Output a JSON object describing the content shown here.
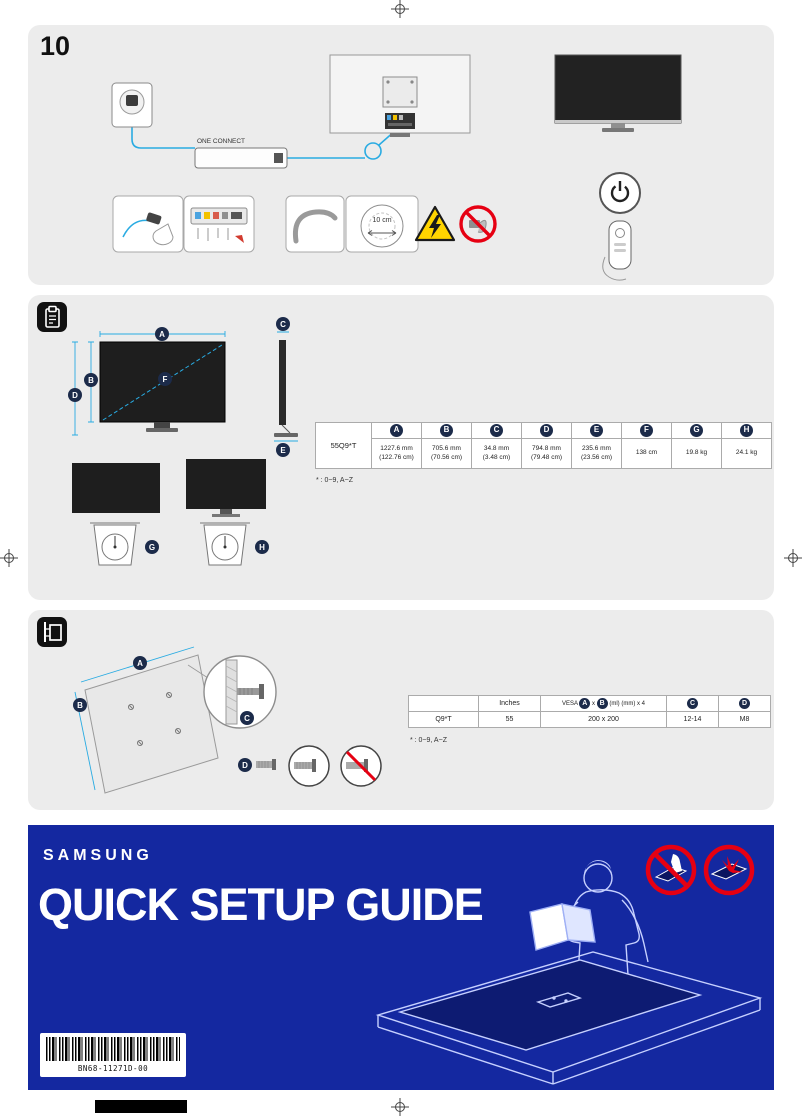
{
  "page": {
    "step_number": "10"
  },
  "colors": {
    "samsung_blue": "#1428a0",
    "cable_blue": "#29abe2",
    "warning_yellow": "#ffd400",
    "prohibition_red": "#e60012",
    "badge_navy": "#1c2b4a",
    "panel_gray": "#ececec"
  },
  "icons": [
    "registration-mark-icon",
    "clipboard-icon",
    "wall-mount-icon",
    "power-icon",
    "high-voltage-warning-icon",
    "no-touch-icon",
    "no-touch-screen-icon",
    "no-impact-icon",
    "barcode"
  ],
  "setup": {
    "one_connect_label": "ONE CONNECT",
    "distance_label": "10 cm"
  },
  "spec": {
    "model": "55Q9*T",
    "columns": [
      "A",
      "B",
      "C",
      "D",
      "E",
      "F",
      "G",
      "H"
    ],
    "values": [
      {
        "l1": "1227.6 mm",
        "l2": "(122.76 cm)"
      },
      {
        "l1": "705.6 mm",
        "l2": "(70.56 cm)"
      },
      {
        "l1": "34.8 mm",
        "l2": "(3.48 cm)"
      },
      {
        "l1": "794.8 mm",
        "l2": "(79.48 cm)"
      },
      {
        "l1": "235.6 mm",
        "l2": "(23.56 cm)"
      },
      {
        "l1": "138 cm",
        "l2": ""
      },
      {
        "l1": "19.8 kg",
        "l2": ""
      },
      {
        "l1": "24.1 kg",
        "l2": ""
      }
    ],
    "footnote": "* : 0~9, A~Z"
  },
  "wall": {
    "labels": [
      "A",
      "B",
      "C",
      "D"
    ],
    "table": {
      "header_inches": "Inches",
      "vesa_pre": "VESA",
      "vesa_a": "A",
      "vesa_x": "x",
      "vesa_b": "B",
      "vesa_post": "(ml) (mm) x 4",
      "header_c": "C",
      "header_d": "D",
      "row": [
        "Q9*T",
        "55",
        "200 x 200",
        "12-14",
        "M8"
      ]
    },
    "footnote": "* : 0~9, A~Z"
  },
  "footer": {
    "brand": "SAMSUNG",
    "title": "QUICK SETUP GUIDE",
    "barcode_text": "BN68-11271D-00"
  }
}
